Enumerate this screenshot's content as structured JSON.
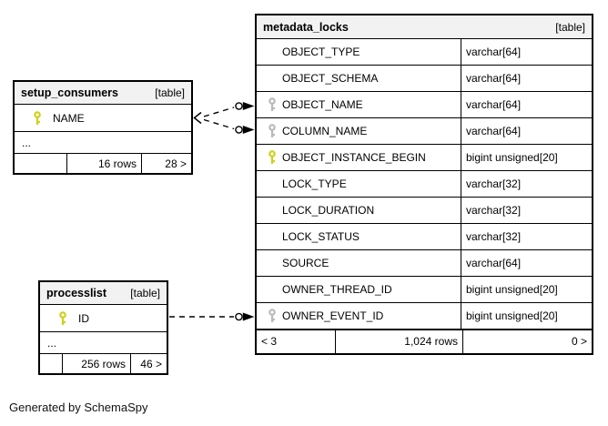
{
  "generated_by": "Generated by SchemaSpy",
  "colors": {
    "key_pk": "#cdd117",
    "key_fk": "#b9b9b9",
    "header_bg": "#f2f2f2",
    "border": "#000000"
  },
  "tables": {
    "metadata_locks": {
      "title": "metadata_locks",
      "badge": "[table]",
      "columns": [
        {
          "name": "OBJECT_TYPE",
          "type": "varchar[64]",
          "key": "none"
        },
        {
          "name": "OBJECT_SCHEMA",
          "type": "varchar[64]",
          "key": "none"
        },
        {
          "name": "OBJECT_NAME",
          "type": "varchar[64]",
          "key": "fk"
        },
        {
          "name": "COLUMN_NAME",
          "type": "varchar[64]",
          "key": "fk"
        },
        {
          "name": "OBJECT_INSTANCE_BEGIN",
          "type": "bigint unsigned[20]",
          "key": "pk"
        },
        {
          "name": "LOCK_TYPE",
          "type": "varchar[32]",
          "key": "none"
        },
        {
          "name": "LOCK_DURATION",
          "type": "varchar[32]",
          "key": "none"
        },
        {
          "name": "LOCK_STATUS",
          "type": "varchar[32]",
          "key": "none"
        },
        {
          "name": "SOURCE",
          "type": "varchar[64]",
          "key": "none"
        },
        {
          "name": "OWNER_THREAD_ID",
          "type": "bigint unsigned[20]",
          "key": "none"
        },
        {
          "name": "OWNER_EVENT_ID",
          "type": "bigint unsigned[20]",
          "key": "fk"
        }
      ],
      "footer": {
        "children": "< 3",
        "rows": "1,024 rows",
        "parents": "0 >"
      }
    },
    "setup_consumers": {
      "title": "setup_consumers",
      "badge": "[table]",
      "columns": [
        {
          "name": "NAME",
          "key": "pk"
        }
      ],
      "ellipsis": "...",
      "footer": {
        "children": "",
        "rows": "16 rows",
        "parents": "28 >"
      }
    },
    "processlist": {
      "title": "processlist",
      "badge": "[table]",
      "columns": [
        {
          "name": "ID",
          "key": "pk"
        }
      ],
      "ellipsis": "...",
      "footer": {
        "children": "",
        "rows": "256 rows",
        "parents": "46 >"
      }
    }
  }
}
